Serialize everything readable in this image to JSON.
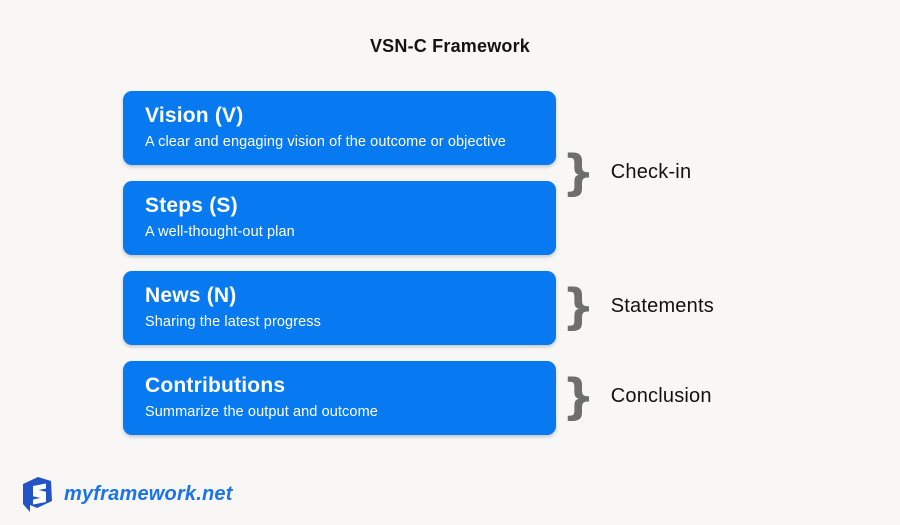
{
  "title": "VSN-C Framework",
  "cards": [
    {
      "title": "Vision (V)",
      "subtitle": "A clear and engaging vision of the outcome or objective"
    },
    {
      "title": "Steps (S)",
      "subtitle": "A well-thought-out plan"
    },
    {
      "title": "News (N)",
      "subtitle": "Sharing the latest progress"
    },
    {
      "title": "Contributions",
      "subtitle": "Summarize the output and outcome"
    }
  ],
  "labels": [
    {
      "brace": "}",
      "text": "Check-in"
    },
    {
      "brace": "}",
      "text": "Statements"
    },
    {
      "brace": "}",
      "text": "Conclusion"
    }
  ],
  "footer": {
    "site": "myframework.net",
    "logo_icon": "cube-logo-icon"
  },
  "colors": {
    "background": "#f8f7f5",
    "card_blue": "#0779f1",
    "card_text": "#ffffff",
    "brace_gray": "#6e6e6e",
    "label_text": "#111111",
    "title_text": "#141414",
    "footer_blue": "#1a73e8",
    "logo_blue": "#2353c5"
  }
}
